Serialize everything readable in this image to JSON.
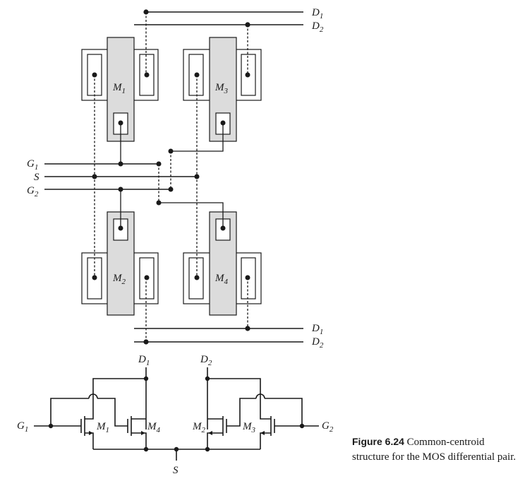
{
  "labels": {
    "d1": "D",
    "d1_sub": "1",
    "d2": "D",
    "d2_sub": "2",
    "g1": "G",
    "g1_sub": "1",
    "g2": "G",
    "g2_sub": "2",
    "s": "S",
    "m1": "M",
    "m1_sub": "1",
    "m2": "M",
    "m2_sub": "2",
    "m3": "M",
    "m3_sub": "3",
    "m4": "M",
    "m4_sub": "4"
  },
  "caption": {
    "number": "Figure 6.24",
    "text": " Common-centroid structure for the MOS differential pair."
  }
}
